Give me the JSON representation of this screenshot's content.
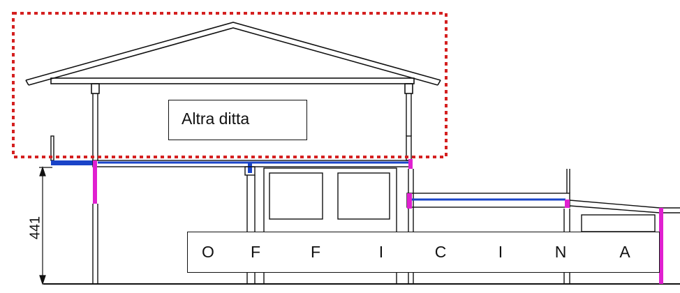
{
  "upper_label": "Altra ditta",
  "lower_label_letters": [
    "O",
    "F",
    "F",
    "I",
    "C",
    "I",
    "N",
    "A"
  ],
  "dimension_value": "441",
  "colors": {
    "highlight_frame": "#d42020",
    "blue_slab": "#1a44c8",
    "magenta_member": "#e020d0",
    "line": "#111111"
  }
}
